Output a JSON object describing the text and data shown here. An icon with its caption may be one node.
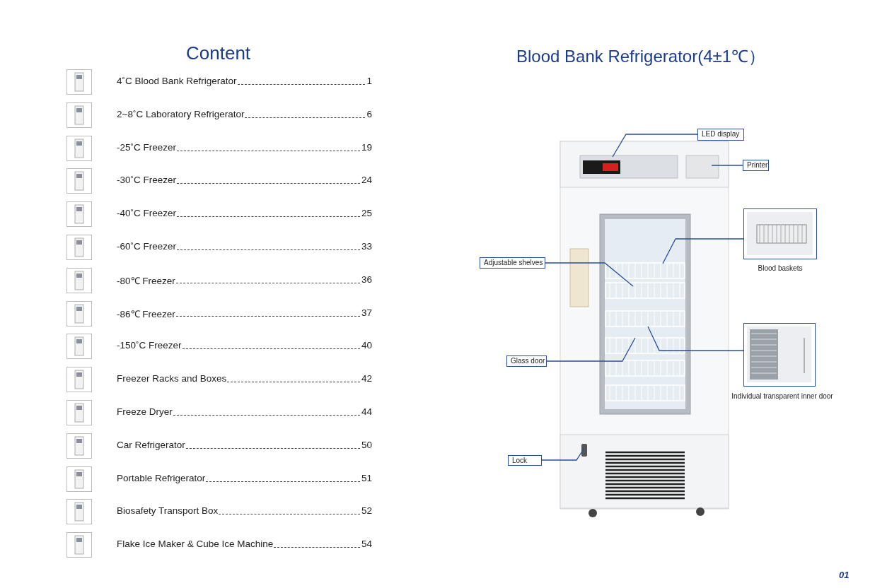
{
  "diagram": {
    "title": "Blood Bank Refrigerator(4±1℃）",
    "nodes": [
      {
        "text": [],
        "shape": "picture"
      },
      {
        "text": [
          "LED display"
        ]
      },
      {
        "text": [
          "Printer"
        ]
      },
      {
        "text": [],
        "shape": "picture"
      },
      {
        "text": [
          "Adjustable shelves"
        ]
      },
      {
        "text": [],
        "shape": "picture"
      },
      {
        "text": [
          "Glass door"
        ]
      },
      {
        "text": [
          "Lock"
        ]
      }
    ],
    "edges": [
      {
        "from": 1,
        "to": 0,
        "arrow": "none"
      },
      {
        "from": 2,
        "to": 0,
        "arrow": "none"
      },
      {
        "from": 3,
        "to": 0,
        "arrow": "none"
      },
      {
        "from": 4,
        "to": 0,
        "arrow": "none"
      },
      {
        "from": 5,
        "to": 0,
        "arrow": "none"
      },
      {
        "from": 6,
        "to": 0,
        "arrow": "none"
      },
      {
        "from": 7,
        "to": 0,
        "arrow": "none"
      }
    ],
    "labels": [
      "Content",
      "4˚C Blood Bank Refrigerator",
      "1",
      "2~8˚C Laboratory Refrigerator",
      "6",
      "-25˚C Freezer",
      "19",
      "-30˚C Freezer",
      "24",
      "-40˚C Freezer",
      "25",
      "-60˚C Freezer",
      "33",
      "-80℃ Freezer",
      "36",
      "-86℃ Freezer",
      "37",
      "-150˚C Freezer",
      "40",
      "Freezer Racks and Boxes",
      "42",
      "Freeze Dryer",
      "44",
      "Car Refrigerator",
      "50",
      "Portable Refrigerator",
      "51",
      "Biosafety Transport Box",
      "52",
      "Flake Ice Maker & Cube Ice Machine",
      "54",
      "Blood baskets",
      "Individual transparent inner door",
      "01"
    ]
  }
}
